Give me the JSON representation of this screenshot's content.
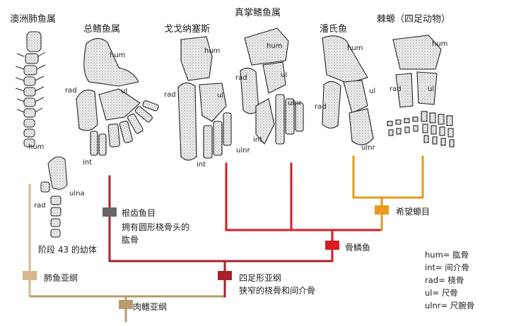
{
  "taxa": {
    "australian_lungfish": "澳洲肺鱼属",
    "eusthenopteron": "总鳍鱼属",
    "gogonasus": "戈戈纳塞斯",
    "tiktaalik": "真掌鳍鱼属",
    "panderichthys": "潘氏鱼",
    "acanthostega": "棘螈（四足动物）"
  },
  "bone_labels": {
    "hum": "hum",
    "rad": "rad",
    "ul": "ul",
    "int": "int",
    "ulnr": "ulnr",
    "ulna": "ulna"
  },
  "stage_note": "阶段 43 的幼体",
  "nodes": {
    "rhizodontida": "根齿鱼目",
    "rhizodontida_desc_1": "拥有圆形桡骨头的",
    "rhizodontida_desc_2": "肱骨",
    "elpistostegalia": "希望螈目",
    "osteolepiformes": "骨鳞鱼",
    "dipnomorpha": "肺鱼亚纲",
    "tetrapodomorpha": "四足形亚纲",
    "tetrapodomorpha_desc": "狭窄的桡骨和间介骨",
    "sarcopterygii": "肉鳍亚纲"
  },
  "legend": [
    "hum= 肱骨",
    "int= 间介骨",
    "rad= 桡骨",
    "ul= 尺骨",
    "ulnr= 尺腕骨"
  ],
  "colors": {
    "sarcopterygii": "#b89a6e",
    "dipnomorpha": "#d6b88c",
    "tetrapodomorpha": "#a8202a",
    "rhizodontida": "#666666",
    "osteolepiformes": "#d81c26",
    "elpistostegalia": "#e79a1e"
  }
}
